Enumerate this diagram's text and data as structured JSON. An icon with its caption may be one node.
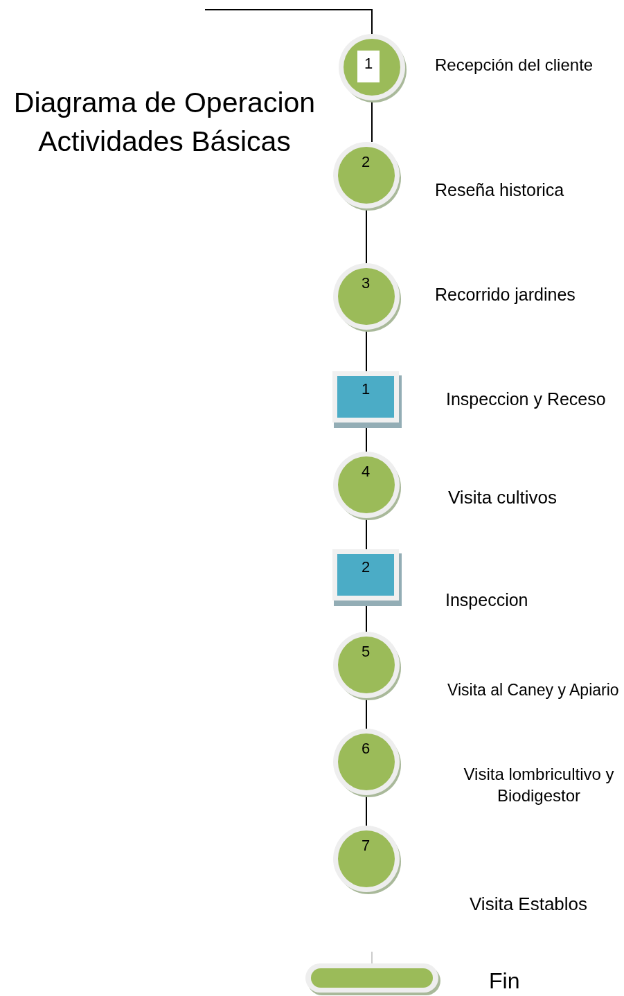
{
  "diagram": {
    "title": "Diagrama de Operacion Actividades Básicas",
    "nodes": [
      {
        "text": [
          "1"
        ],
        "beside": [
          "Recepción del cliente"
        ]
      },
      {
        "text": [
          "2"
        ],
        "beside": [
          "Reseña historica"
        ]
      },
      {
        "text": [
          "3"
        ],
        "beside": [
          "Recorrido jardines"
        ]
      },
      {
        "text": [
          "1"
        ],
        "beside": [
          "Inspeccion y Receso"
        ]
      },
      {
        "text": [
          "4"
        ],
        "beside": [
          "Visita cultivos"
        ]
      },
      {
        "text": [
          "2"
        ],
        "beside": [
          "Inspeccion"
        ]
      },
      {
        "text": [
          "5"
        ],
        "beside": [
          "Visita al Caney y Apiario"
        ]
      },
      {
        "text": [
          "6"
        ],
        "beside": [
          "Visita lombricultivo y Biodigestor"
        ]
      },
      {
        "text": [
          "7"
        ],
        "beside": [
          "Visita Establos"
        ]
      },
      {
        "text": [],
        "shape": "oval",
        "beside": [
          "Fin"
        ]
      }
    ],
    "edges": [
      {
        "from": null,
        "to": 0,
        "arrow": "none"
      },
      {
        "from": 0,
        "to": 1,
        "arrow": "none"
      },
      {
        "from": 1,
        "to": 2,
        "arrow": "none"
      },
      {
        "from": 2,
        "to": 3,
        "arrow": "none"
      },
      {
        "from": 3,
        "to": 4,
        "arrow": "none"
      },
      {
        "from": 4,
        "to": 5,
        "arrow": "none"
      },
      {
        "from": 5,
        "to": 6,
        "arrow": "none"
      },
      {
        "from": 6,
        "to": 7,
        "arrow": "none"
      },
      {
        "from": 7,
        "to": 8,
        "arrow": "none"
      },
      {
        "from": null,
        "to": 9,
        "arrow": "none",
        "color": "#999999"
      }
    ]
  }
}
